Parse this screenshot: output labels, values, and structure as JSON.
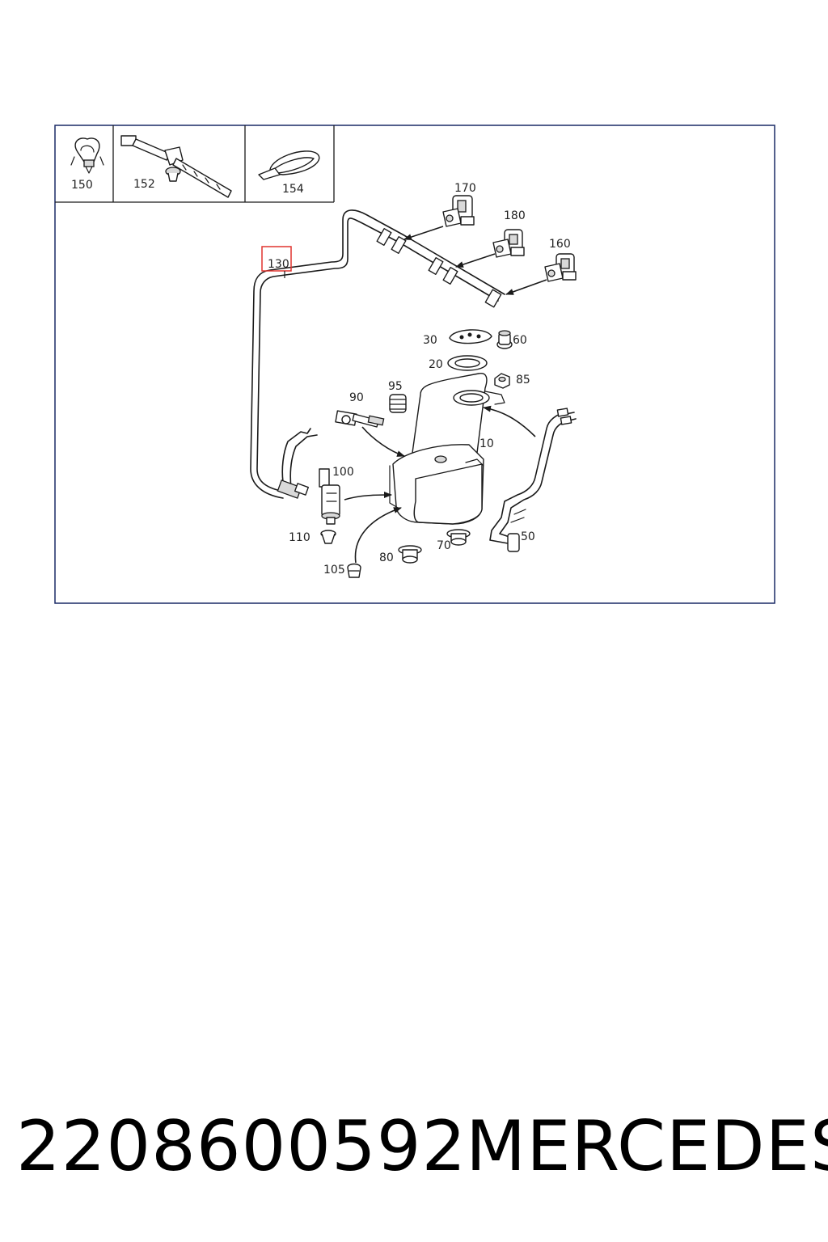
{
  "callouts": {
    "c150": "150",
    "c152": "152",
    "c154": "154",
    "c170": "170",
    "c180": "180",
    "c160": "160",
    "c130": "130",
    "c30": "30",
    "c60": "60",
    "c20": "20",
    "c85": "85",
    "c90": "90",
    "c95": "95",
    "c10": "10",
    "c100": "100",
    "c110": "110",
    "c50": "50",
    "c70": "70",
    "c80": "80",
    "c105": "105"
  },
  "highlight": {
    "part": "130",
    "color": "#e0342f"
  },
  "footer": {
    "part_number": "2208600592",
    "brand": "MERCEDES"
  }
}
